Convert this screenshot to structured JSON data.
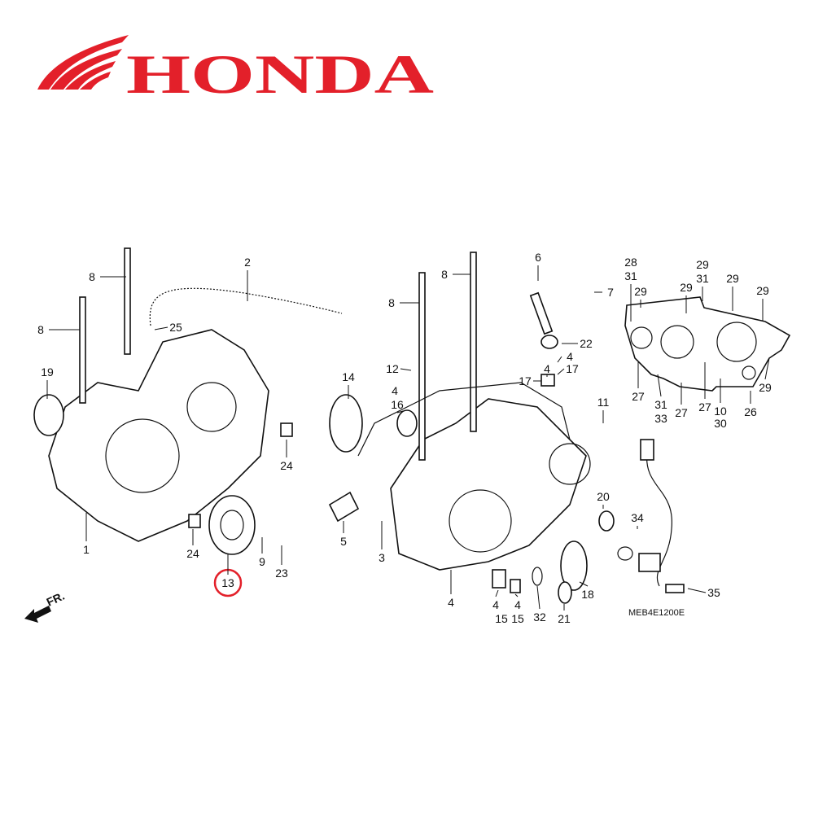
{
  "brand": {
    "name": "HONDA",
    "color": "#e3202a",
    "logo": "honda-wing-logo"
  },
  "diagram": {
    "code": "MEB4E1200E",
    "direction_label": "FR.",
    "highlight_color": "#e3202a",
    "highlighted_part": "13",
    "callouts": [
      "8",
      "8",
      "2",
      "25",
      "19",
      "24",
      "1",
      "24",
      "13",
      "9",
      "23",
      "8",
      "8",
      "6",
      "7",
      "22",
      "4",
      "4",
      "17",
      "17",
      "12",
      "14",
      "4",
      "16",
      "11",
      "20",
      "34",
      "5",
      "3",
      "4",
      "18",
      "35",
      "4",
      "15",
      "4",
      "15",
      "32",
      "21",
      "28",
      "31",
      "29",
      "29",
      "29",
      "31",
      "29",
      "29",
      "27",
      "31",
      "33",
      "27",
      "27",
      "10",
      "30",
      "26",
      "29"
    ]
  }
}
